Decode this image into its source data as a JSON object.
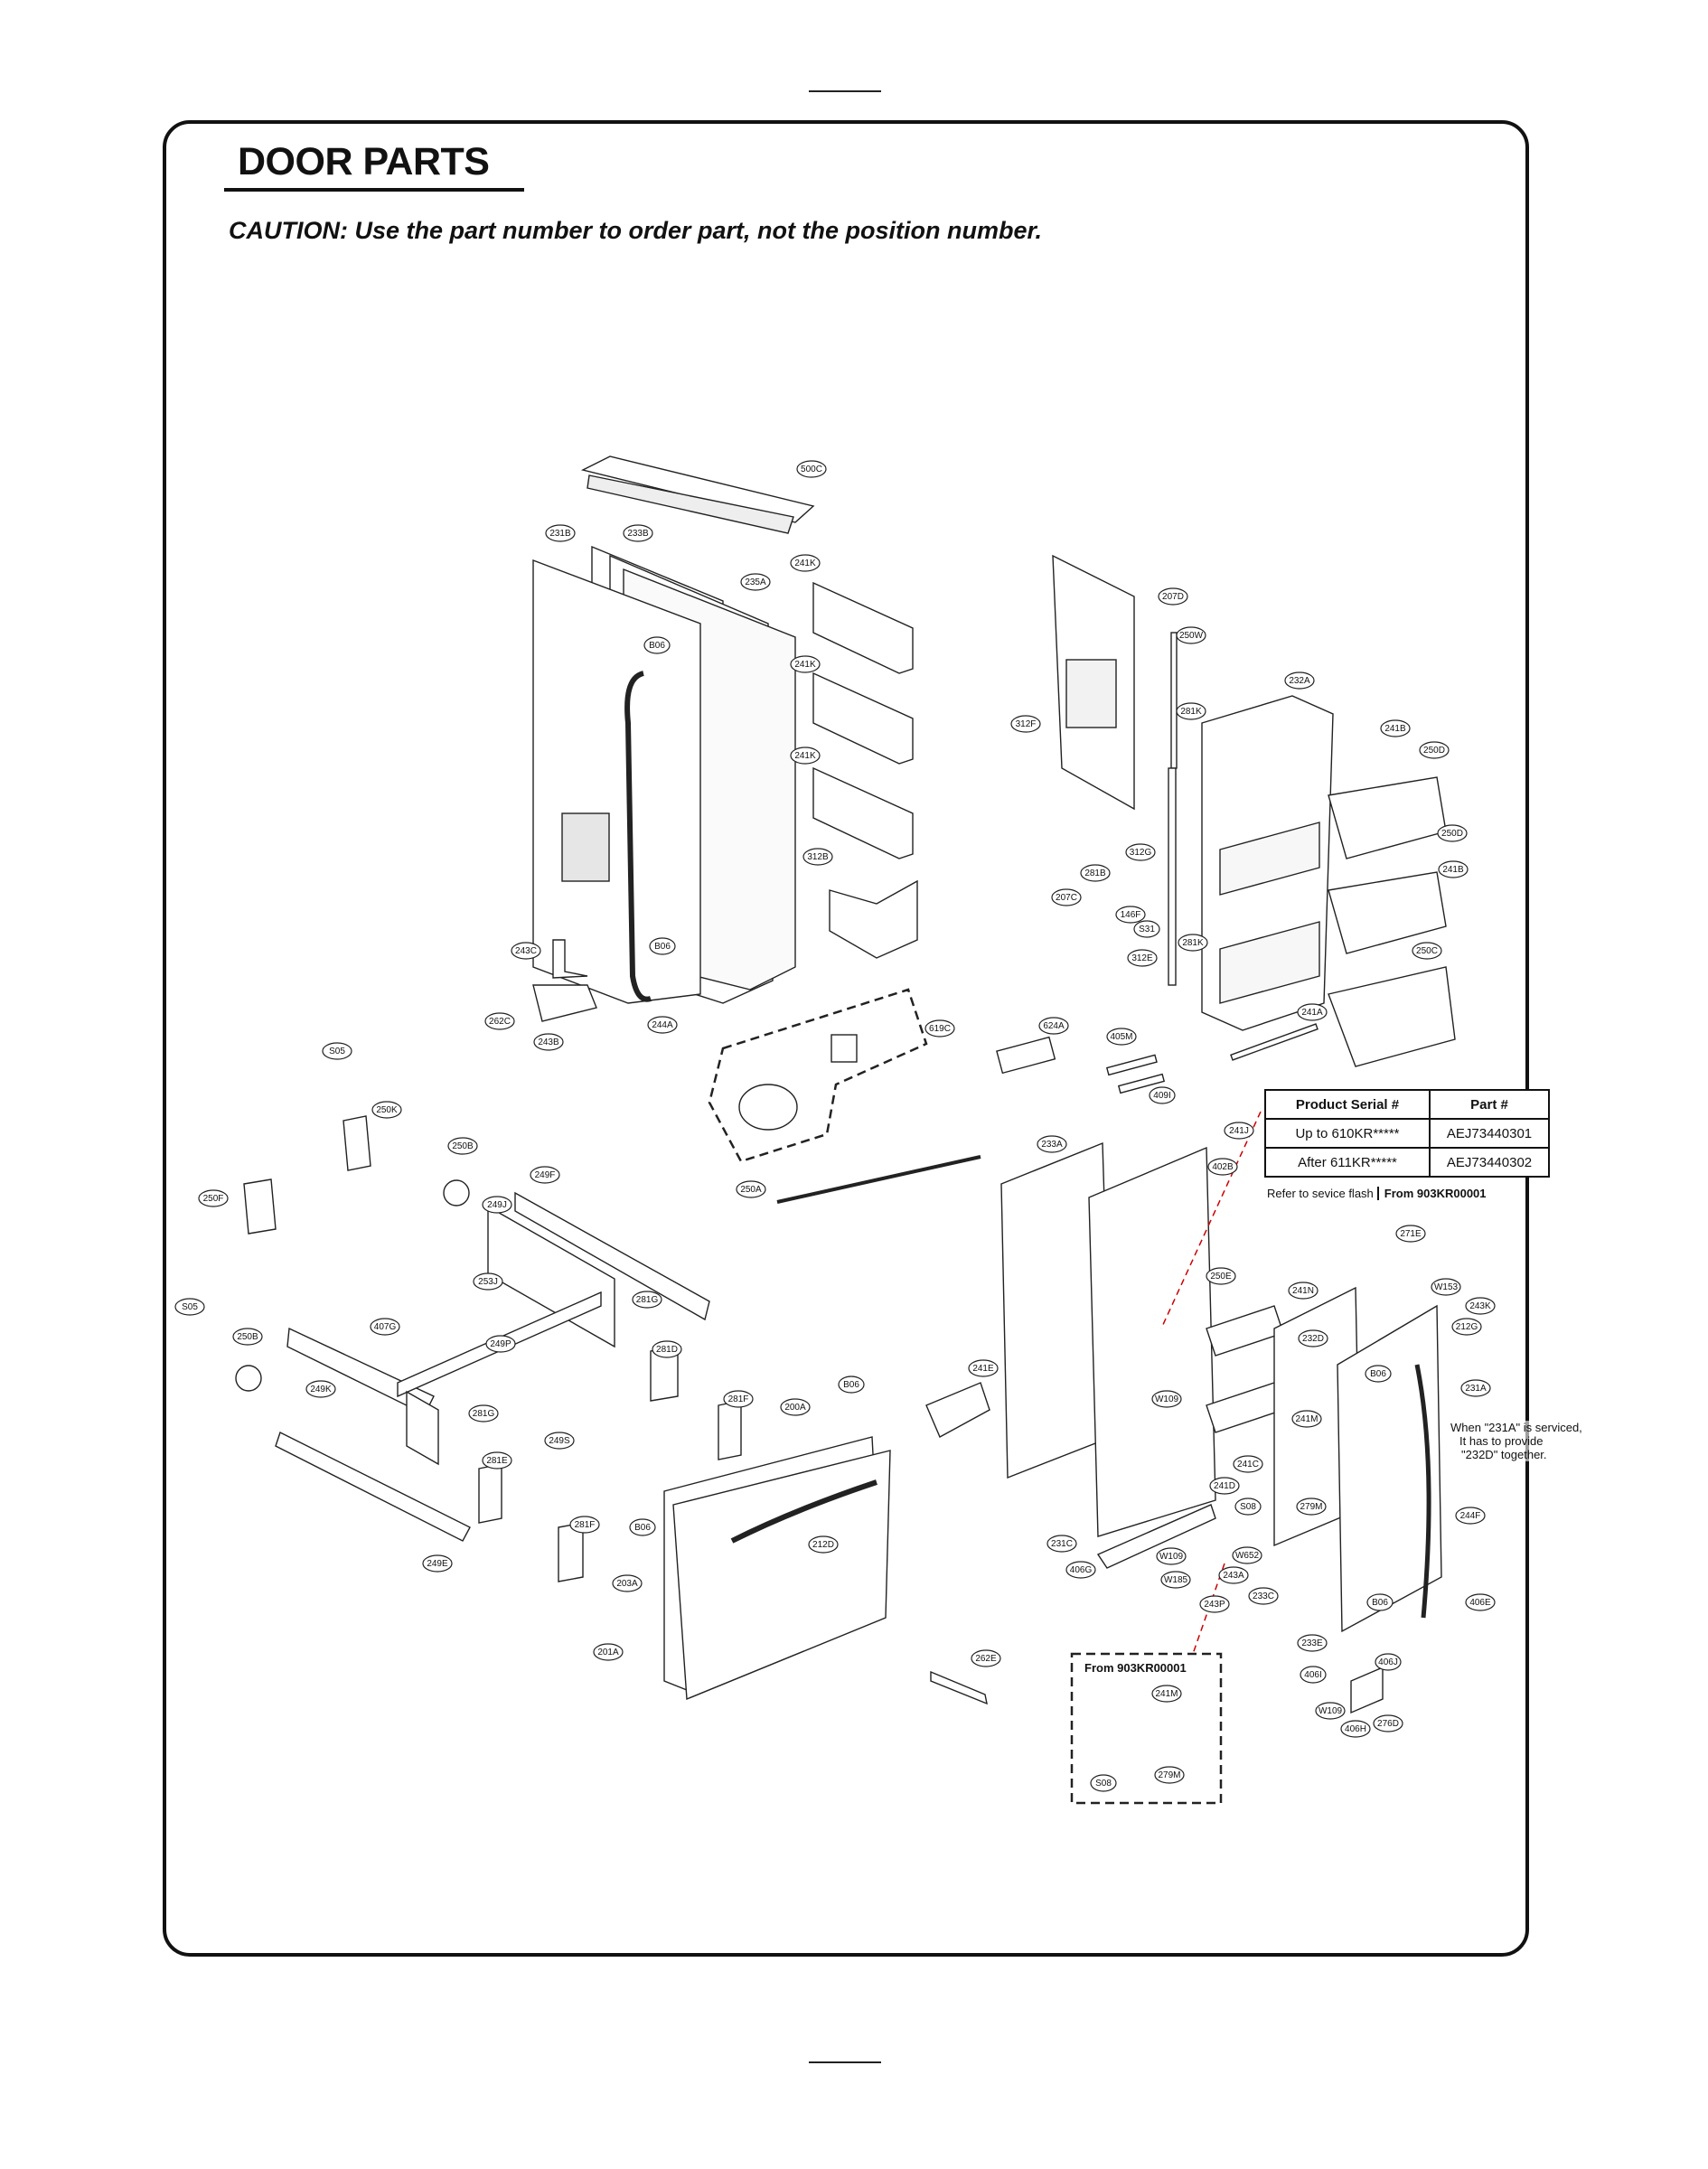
{
  "header": {
    "title": "DOOR PARTS",
    "caution": "CAUTION: Use the part number to order part, not the position number."
  },
  "serial_table": {
    "headers": [
      "Product Serial #",
      "Part #"
    ],
    "rows": [
      [
        "Up to 610KR*****",
        "AEJ73440301"
      ],
      [
        "After 611KR*****",
        "AEJ73440302"
      ]
    ]
  },
  "notes": {
    "refer": "Refer to sevice flash",
    "from_serial": "From 903KR00001",
    "inset_title": "From 903KR00001",
    "service_line1": "When \"231A\" is serviced,",
    "service_line2": "It has to provide",
    "service_line3": "\"232D\" together."
  },
  "callouts": {
    "c500C": "500C",
    "c231B": "231B",
    "c233B": "233B",
    "c235A": "235A",
    "c241K_1": "241K",
    "c241K_2": "241K",
    "c241K_3": "241K",
    "cB06_1": "B06",
    "cB06_2": "B06",
    "c312B": "312B",
    "c243C": "243C",
    "c262C": "262C",
    "c243B": "243B",
    "c244A": "244A",
    "cS05_1": "S05",
    "c619C": "619C",
    "c624A": "624A",
    "c405M": "405M",
    "c409I": "409I",
    "c207D": "207D",
    "c250W": "250W",
    "c281K_1": "281K",
    "c312F": "312F",
    "c232A": "232A",
    "c241B_1": "241B",
    "c250D_1": "250D",
    "c250D_2": "250D",
    "c241B_2": "241B",
    "c312G": "312G",
    "c281B": "281B",
    "c207C": "207C",
    "c146F": "146F",
    "cS31": "S31",
    "c281K_2": "281K",
    "c312E": "312E",
    "c250C": "250C",
    "c241A": "241A",
    "c250K": "250K",
    "c250B_1": "250B",
    "c249F": "249F",
    "c250F": "250F",
    "c249J": "249J",
    "cS05_2": "S05",
    "c253J": "253J",
    "c281G_1": "281G",
    "c407G": "407G",
    "c250B_2": "250B",
    "c249P": "249P",
    "c281D": "281D",
    "c249K": "249K",
    "c281G_2": "281G",
    "c249S": "249S",
    "c281F_1": "281F",
    "c281E_1": "281E",
    "c249E": "249E",
    "c281F_2": "281F",
    "c250A": "250A",
    "c233A": "233A",
    "c241J": "241J",
    "c402B": "402B",
    "c271E": "271E",
    "cW153": "W153",
    "c243K": "243K",
    "c212G": "212G",
    "c250E": "250E",
    "c241N": "241N",
    "c232D": "232D",
    "cB06_3": "B06",
    "c231A": "231A",
    "c241E": "241E",
    "cW109_1": "W109",
    "c241M_1": "241M",
    "c241C": "241C",
    "c241D": "241D",
    "cS08_1": "S08",
    "c279M_1": "279M",
    "c244F": "244F",
    "c231C": "231C",
    "c406G": "406G",
    "cW109_2": "W109",
    "cW652": "W652",
    "c243A": "243A",
    "cW185": "W185",
    "c243P": "243P",
    "c233C": "233C",
    "cB06_4": "B06",
    "c406E": "406E",
    "c233E": "233E",
    "c406I": "406I",
    "c406J": "406J",
    "cW109_3": "W109",
    "c406H": "406H",
    "c276D": "276D",
    "cB06_5": "B06",
    "c200A": "200A",
    "cB06_6": "B06",
    "c212D": "212D",
    "c203A": "203A",
    "c201A": "201A",
    "c262E": "262E",
    "c241M_2": "241M",
    "cS08_2": "S08",
    "c279M_2": "279M"
  }
}
